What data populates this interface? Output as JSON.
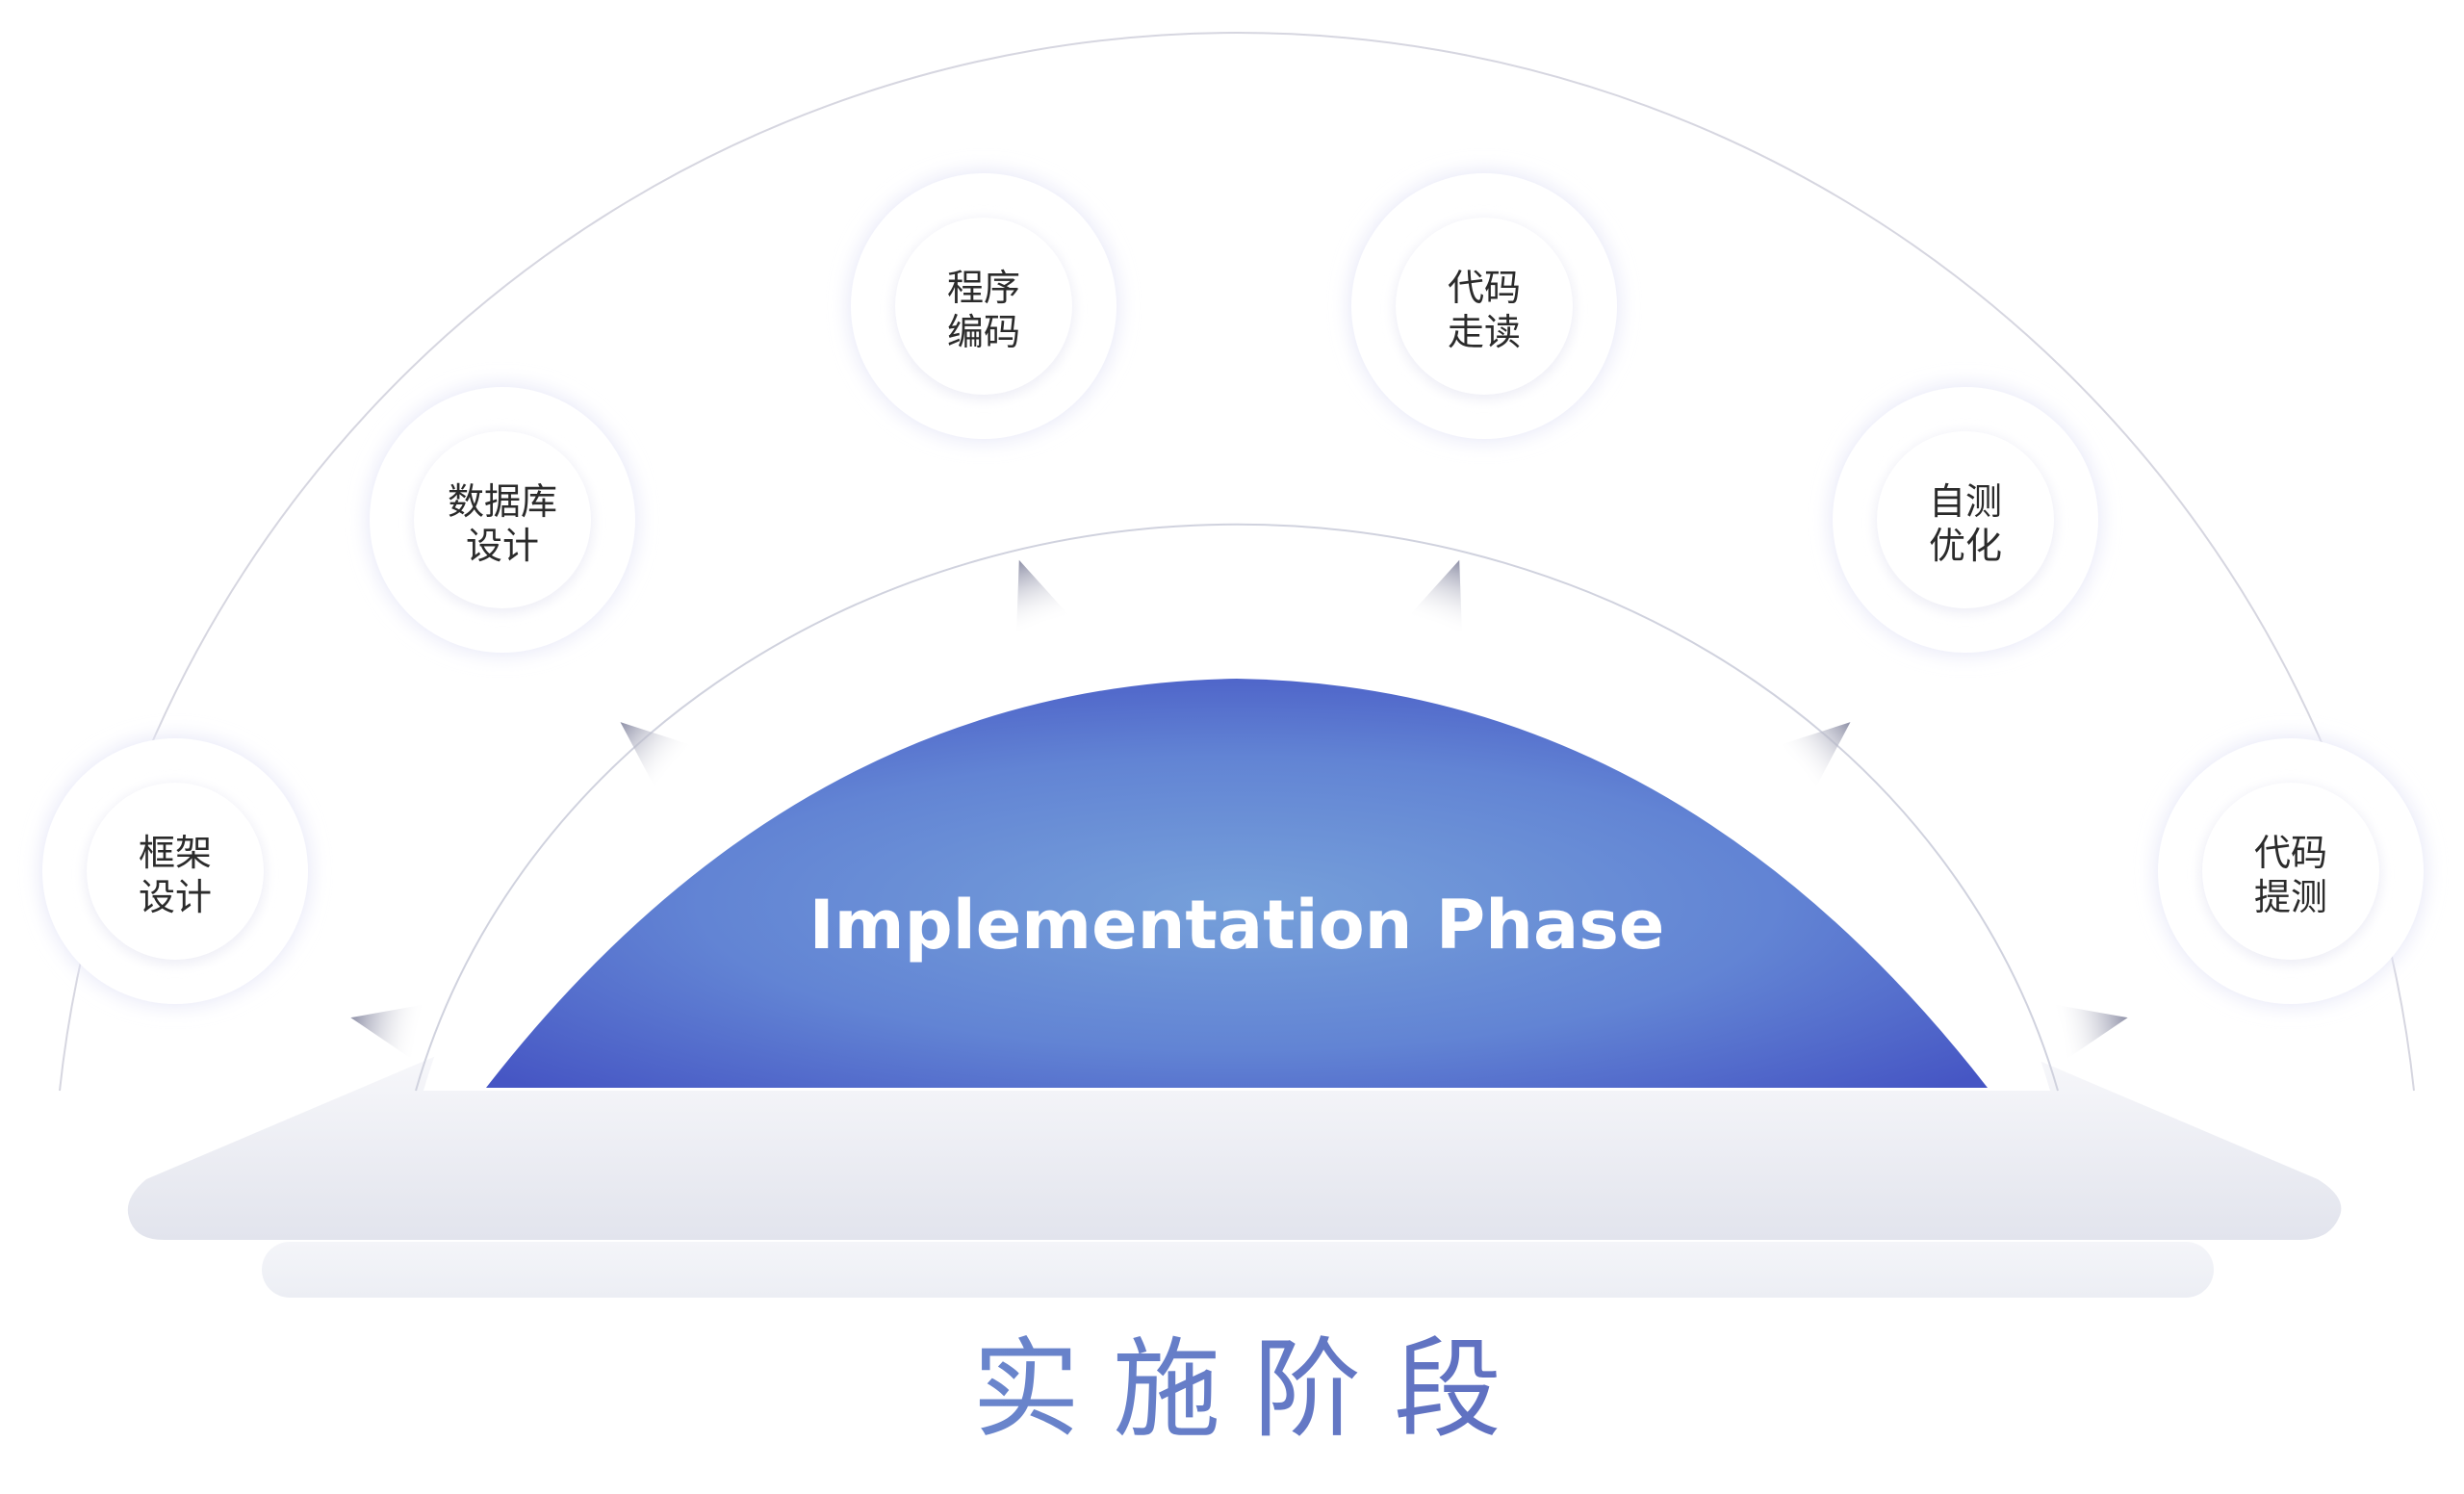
{
  "center": {
    "title": "Implementation Phase"
  },
  "phase_title": "实施阶段",
  "steps": [
    {
      "line1": "框架",
      "line2": "设计"
    },
    {
      "line1": "数据库",
      "line2": "设计"
    },
    {
      "line1": "程序",
      "line2": "编码"
    },
    {
      "line1": "代码",
      "line2": "走读"
    },
    {
      "line1": "自测",
      "line2": "优化"
    },
    {
      "line1": "代码",
      "line2": "提测"
    }
  ],
  "colors": {
    "dome_center": "#76a0da",
    "dome_edge": "#4656c4",
    "phase_title_start": "#6a86cc",
    "phase_title_end": "#5f6fc0",
    "step_text": "#2b2b2b",
    "arc_line": "#d6d6e0"
  }
}
